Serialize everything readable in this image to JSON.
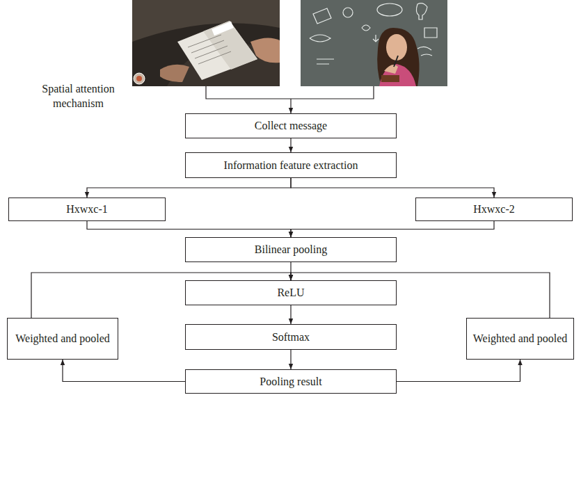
{
  "diagram": {
    "nodes": [
      {
        "text": [
          "Collect message"
        ]
      },
      {
        "text": [
          "Information feature extraction"
        ]
      },
      {
        "text": [
          "Hxwxc-1"
        ]
      },
      {
        "text": [
          "Hxwxc-2"
        ]
      },
      {
        "text": [
          "Bilinear pooling"
        ]
      },
      {
        "text": [
          "Weighted and pooled"
        ]
      },
      {
        "text": [
          "ReLU"
        ]
      },
      {
        "text": [
          "Weighted and pooled"
        ]
      },
      {
        "text": [
          "Softmax"
        ]
      },
      {
        "text": [
          "Pooling result"
        ]
      }
    ],
    "edges": [
      {
        "from": 0,
        "to": 1,
        "arrow": "to"
      },
      {
        "from": 1,
        "to": 2,
        "arrow": "to"
      },
      {
        "from": 1,
        "to": 3,
        "arrow": "to"
      },
      {
        "from": 2,
        "to": 4,
        "arrow": "to"
      },
      {
        "from": 3,
        "to": 4,
        "arrow": "to"
      },
      {
        "from": 4,
        "to": 6,
        "arrow": "to"
      },
      {
        "from": 6,
        "to": 8,
        "arrow": "to"
      },
      {
        "from": 8,
        "to": 9,
        "arrow": "to"
      },
      {
        "from": 9,
        "to": 5,
        "arrow": "to"
      },
      {
        "from": 9,
        "to": 7,
        "arrow": "to"
      },
      {
        "from": 5,
        "to": 6,
        "arrow": "to"
      },
      {
        "from": 7,
        "to": 6,
        "arrow": "to"
      }
    ],
    "labels": [
      "Spatial attention mechanism"
    ]
  }
}
